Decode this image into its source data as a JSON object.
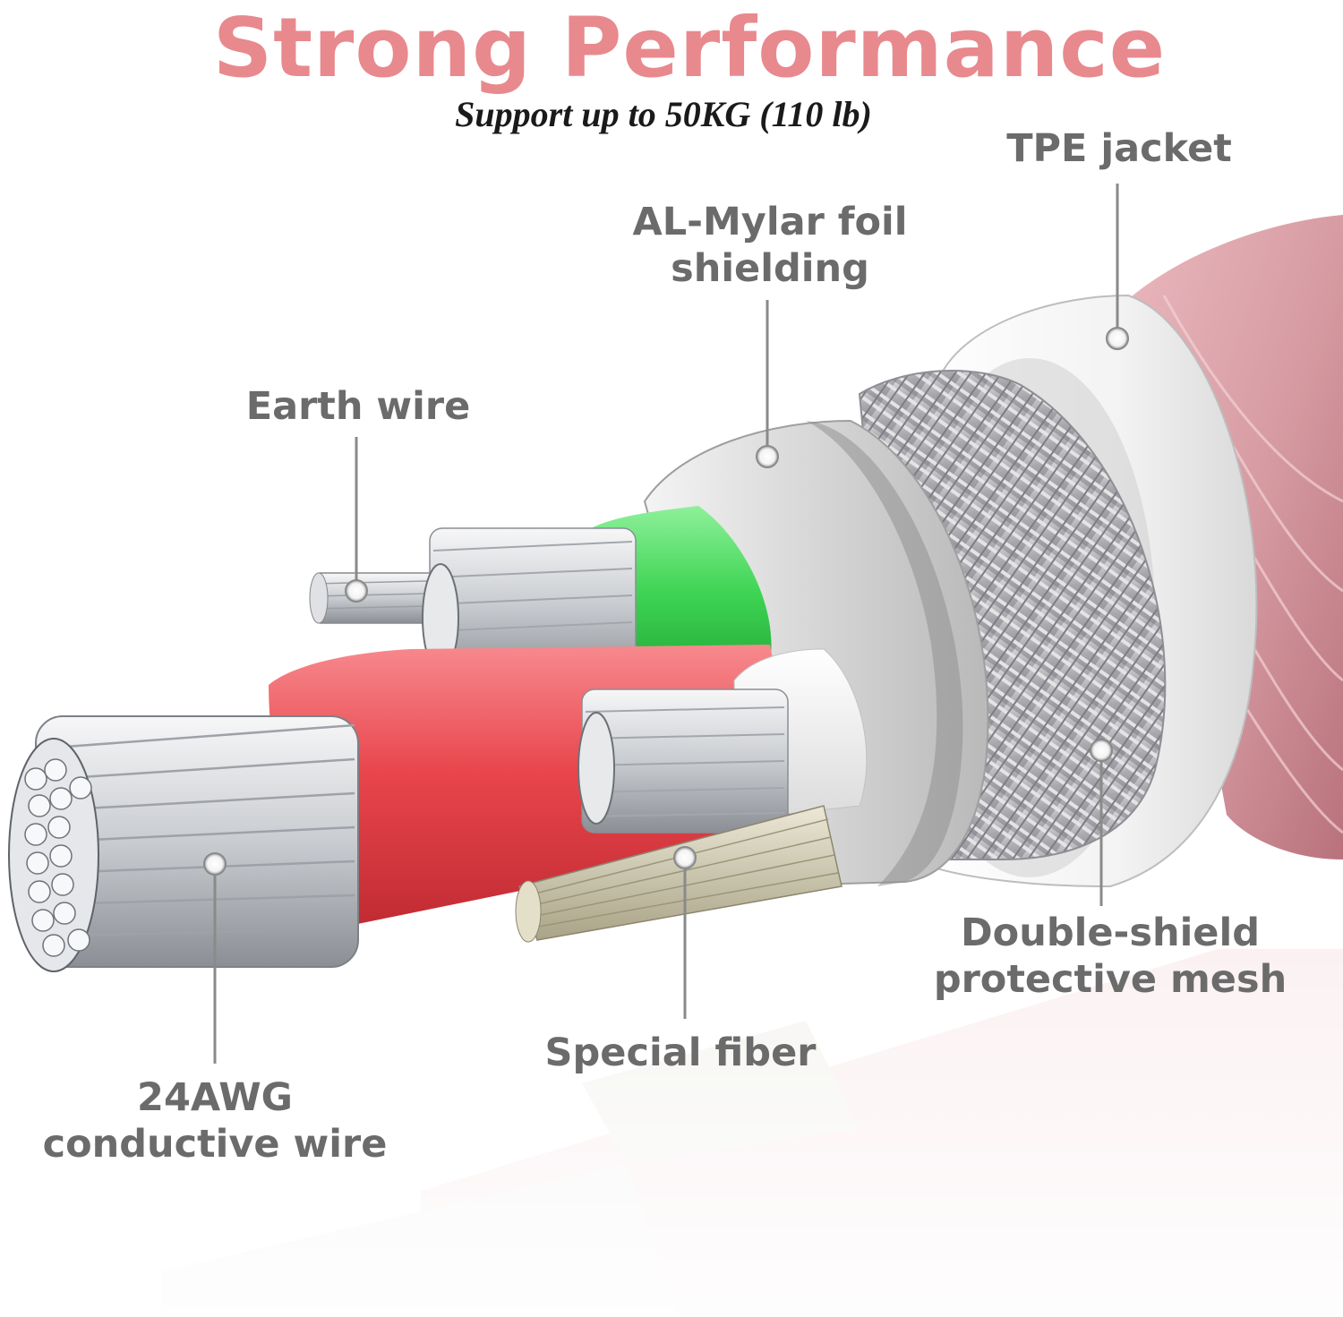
{
  "header": {
    "title": "Strong Performance",
    "subtitle": "Support up to 50KG (110 lb)"
  },
  "labels": {
    "tpe_jacket": "TPE jacket",
    "al_mylar": "AL-Mylar foil\nshielding",
    "earth_wire": "Earth wire",
    "double_shield": "Double-shield\nprotective mesh",
    "special_fiber": "Special fiber",
    "conductive_wire": "24AWG\nconductive wire"
  },
  "colors": {
    "title": "#e8898e",
    "label_text": "#6b6b6b",
    "leader_line": "#8a8a8a",
    "outer_braid": "#d79ca3",
    "tpe_jacket": "#f6f6f6",
    "mesh": "#a9a9ae",
    "foil": "#dcdcdc",
    "red_insulation": "#e8454c",
    "green_insulation": "#3ed453",
    "white_insulation": "#f2f2f2",
    "fiber": "#cfc9b0",
    "copper_strand": "#c9ccd0"
  }
}
